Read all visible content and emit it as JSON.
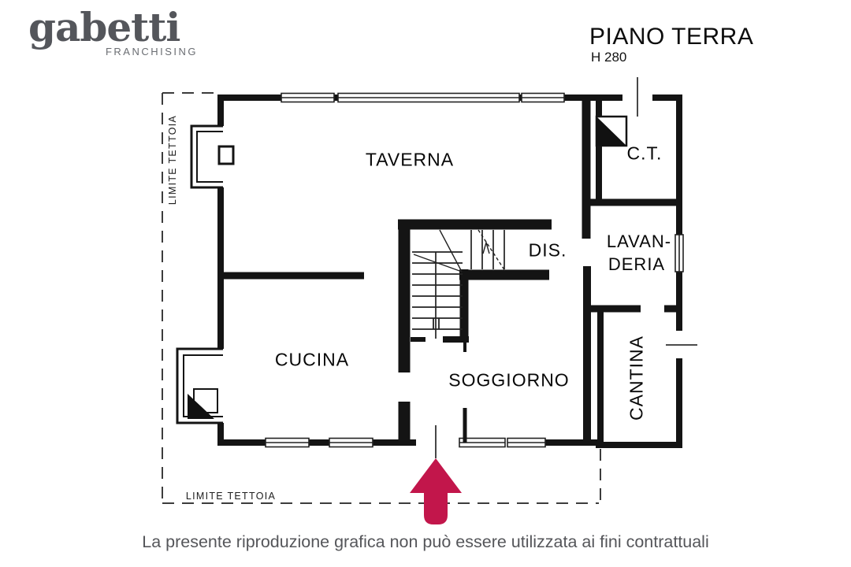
{
  "header": {
    "logo_text": "gabetti",
    "logo_subtext": "FRANCHISING",
    "title": "PIANO TERRA",
    "height_label": "H 280"
  },
  "plan": {
    "rooms": {
      "taverna": "TAVERNA",
      "cucina": "CUCINA",
      "soggiorno": "SOGGIORNO",
      "dis": "DIS.",
      "lavanderia": {
        "lines": [
          "LAVAN-",
          "DERIA"
        ]
      },
      "ct": "C.T.",
      "cantina": "CANTINA"
    },
    "limite_left": "LIMITE TETTOIA",
    "limite_bottom": "LIMITE TETTOIA"
  },
  "footer": {
    "disclaimer": "La presente riproduzione grafica non può essere utilizzata ai fini contrattuali"
  },
  "colors": {
    "arrow": "#c2164b",
    "wall": "#141414",
    "logo": "#54565b"
  }
}
